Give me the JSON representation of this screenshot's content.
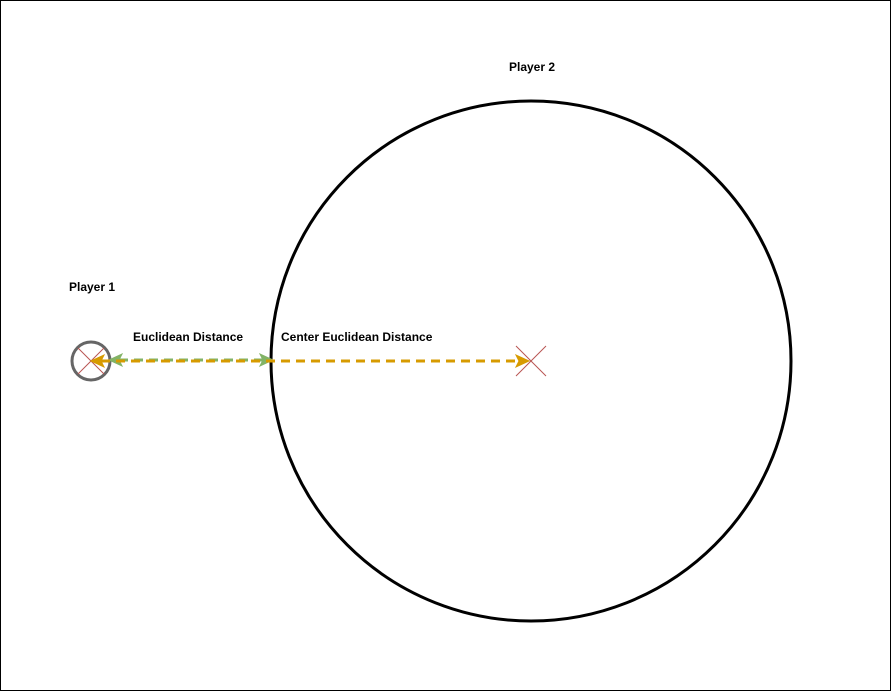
{
  "labels": {
    "player1": "Player 1",
    "player2": "Player 2",
    "euclidean_distance": "Euclidean Distance",
    "center_euclidean_distance": "Center Euclidean Distance"
  },
  "colors": {
    "player_outline": "#000000",
    "player1_outline": "#666666",
    "center_marker": "#b85450",
    "euclidean_arrow": "#82b366",
    "center_arrow": "#d79b00"
  },
  "icons": {
    "player1_marker": "circle-x-icon",
    "player2_center_marker": "x-icon"
  }
}
